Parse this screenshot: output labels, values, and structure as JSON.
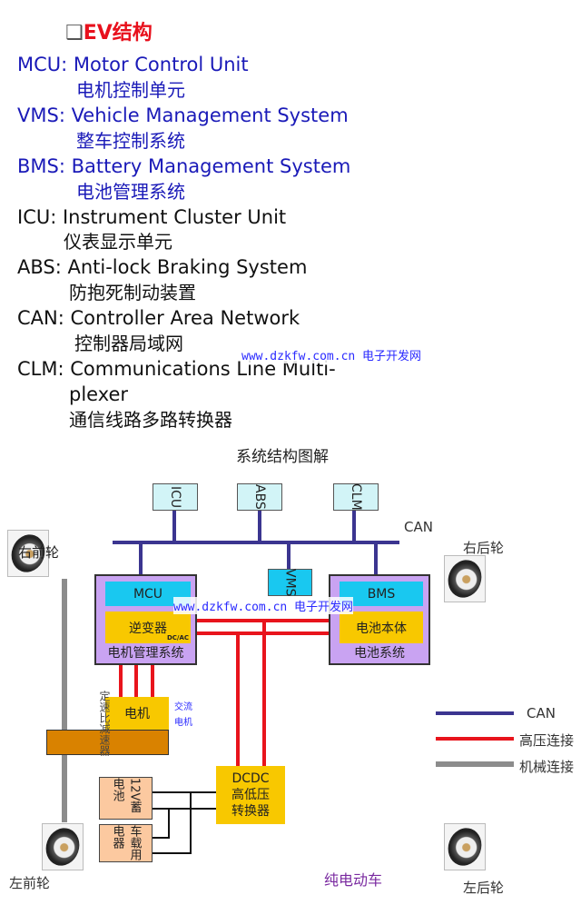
{
  "title": {
    "bullet": "❑",
    "text": "EV结构"
  },
  "terms": [
    {
      "abbr": "MCU: Motor Control Unit",
      "zh": "电机控制单元",
      "color": "#1a1ab8"
    },
    {
      "abbr": "VMS: Vehicle Management System",
      "zh": "整车控制系统",
      "color": "#1a1ab8"
    },
    {
      "abbr": "BMS: Battery Management System",
      "zh": "电池管理系统",
      "color": "#1a1ab8"
    },
    {
      "abbr": "ICU: Instrument Cluster Unit",
      "zh": "仪表显示单元",
      "color": "#111111"
    },
    {
      "abbr": "ABS: Anti-lock Braking System",
      "zh": "防抱死制动装置",
      "color": "#111111"
    },
    {
      "abbr": "CAN: Controller Area Network",
      "zh": "控制器局域网",
      "color": "#111111"
    },
    {
      "abbr": "CLM: Communications Line Multi-",
      "abbr2": "plexer",
      "zh": "通信线路多路转换器",
      "color": "#111111"
    }
  ],
  "watermark": "www.dzkfw.com.cn 电子开发网",
  "diagram": {
    "title": "系统结构图解",
    "nodes": {
      "icu": "ICU",
      "abs": "ABS",
      "clm": "CLM",
      "vms": "VMS",
      "can": "CAN",
      "mcu": "MCU",
      "inverter": "逆变器",
      "inverter_tag": "DC/AC",
      "motor_sys": "电机管理系统",
      "bms": "BMS",
      "battery": "电池本体",
      "battery_sys": "电池系统",
      "motor": "电机",
      "motor_note": "交流",
      "motor_note2": "电机",
      "reducer": "定速比减速器",
      "battery12": "12V蓄电池",
      "appliances": "车载用电器",
      "dcdc": "DCDC",
      "dcdc2": "高低压",
      "dcdc3": "转换器"
    },
    "wheels": {
      "rf": "右前轮",
      "lf": "左前轮",
      "rr": "右后轮",
      "lr": "左后轮"
    },
    "legend": [
      {
        "label": "CAN",
        "color": "#3b3590"
      },
      {
        "label": "高压连接",
        "color": "#e8141c"
      },
      {
        "label": "机械连接",
        "color": "#8c8c8c"
      }
    ],
    "caption": "纯电动车"
  }
}
